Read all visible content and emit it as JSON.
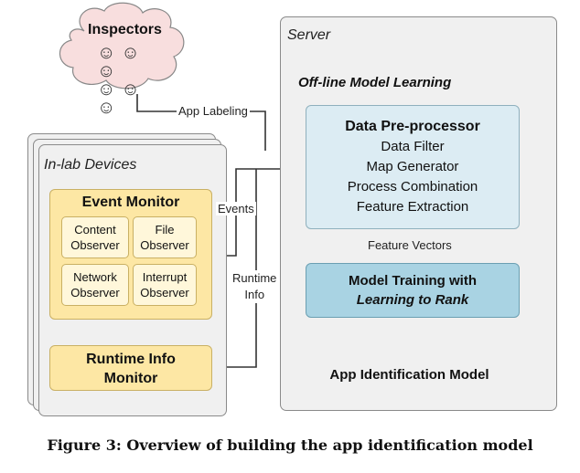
{
  "inspectors": {
    "label": "Inspectors"
  },
  "server": {
    "title": "Server"
  },
  "offline": {
    "title": "Off-line Model Learning"
  },
  "preproc": {
    "title": "Data Pre-processor",
    "items": [
      "Data Filter",
      "Map Generator",
      "Process Combination",
      "Feature Extraction"
    ]
  },
  "training": {
    "line1": "Model Training with",
    "line2": "Learning to Rank"
  },
  "model": {
    "label": "App Identification Model"
  },
  "devices": {
    "title": "In-lab Devices"
  },
  "event_monitor": {
    "title": "Event Monitor"
  },
  "observers": [
    {
      "line1": "Content",
      "line2": "Observer"
    },
    {
      "line1": "File",
      "line2": "Observer"
    },
    {
      "line1": "Network",
      "line2": "Observer"
    },
    {
      "line1": "Interrupt",
      "line2": "Observer"
    }
  ],
  "runtime_monitor": {
    "line1": "Runtime Info",
    "line2": "Monitor"
  },
  "edges": {
    "app_labeling": "App Labeling",
    "events": "Events",
    "runtime_info_1": "Runtime",
    "runtime_info_2": "Info",
    "feature_vectors": "Feature Vectors"
  },
  "caption": "Figure 3: Overview of building the app identification model",
  "colors": {
    "yellow": "#fde7a4",
    "light_blue": "#dcecf3",
    "blue": "#a9d3e3",
    "pink": "#f4cfcf",
    "cloud": "#f8dede"
  }
}
